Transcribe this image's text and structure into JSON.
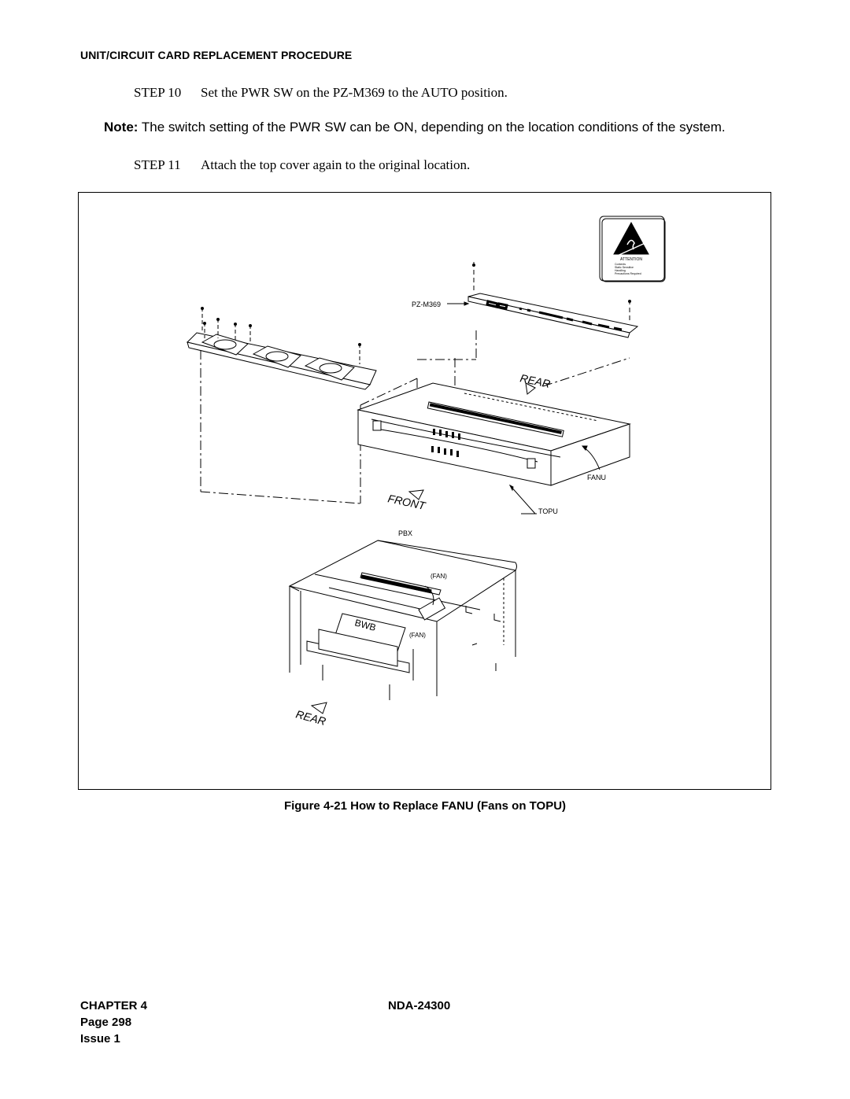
{
  "header": {
    "section_title": "UNIT/CIRCUIT CARD REPLACEMENT PROCEDURE"
  },
  "steps": [
    {
      "number": "STEP 10",
      "text": "Set the PWR SW on the PZ-M369 to the AUTO position."
    },
    {
      "number": "STEP 11",
      "text": "Attach the top cover again to the original location."
    }
  ],
  "note": {
    "label": "Note:",
    "text": "The switch setting of the PWR SW can be ON, depending on the location conditions of the system."
  },
  "figure": {
    "labels": {
      "pz_m369": "PZ-M369",
      "rear_top": "REAR",
      "front": "FRONT",
      "fanu": "FANU",
      "topu": "TOPU",
      "pbx": "PBX",
      "fan_upper": "(FAN)",
      "fan_lower": "(FAN)",
      "bwb": "BWB",
      "rear_bottom": "REAR"
    },
    "attention_label": {
      "title": "ATTENTION",
      "line1": "Contents",
      "line2": "Static Sensitive",
      "line3": "Handling",
      "line4": "Precautions Required"
    },
    "caption": "Figure 4-21 How to Replace FANU (Fans on TOPU)"
  },
  "footer": {
    "chapter": "CHAPTER 4",
    "page": "Page 298",
    "issue": "Issue 1",
    "doc_number": "NDA-24300"
  }
}
